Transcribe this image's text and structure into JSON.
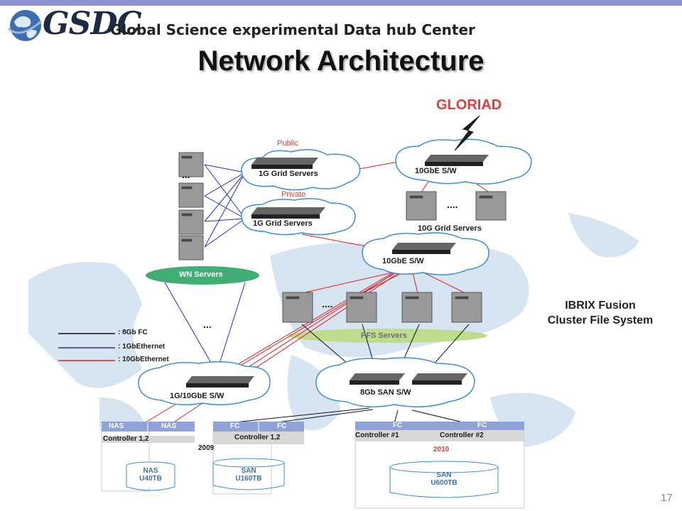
{
  "header": {
    "logo_text": "GSDC",
    "tagline": "Global Science experimental Data hub Center",
    "title": "Network Architecture"
  },
  "network": {
    "gloriad": "GLORIAD",
    "public_label": "Public",
    "private_label": "Private",
    "grid_public": "1G Grid Servers",
    "grid_private": "1G Grid Servers",
    "switch_10g_top": "10GbE S/W",
    "grid_10g": "10G Grid Servers",
    "switch_10g_mid": "10GbE S/W",
    "wn_servers": "WN Servers",
    "pfs_servers": "PFS Servers",
    "switch_1g10g": "1G/10GbE S/W",
    "switch_san": "8Gb SAN S/W",
    "ellipsis_3": "...",
    "ellipsis_4": "....",
    "ibrix_line1": "IBRIX Fusion",
    "ibrix_line2": "Cluster File System"
  },
  "legend": [
    {
      "label": ": 8Gb FC",
      "color": "#111111"
    },
    {
      "label": ": 1GbEthernet",
      "color": "#1f2fc4"
    },
    {
      "label": ": 10GbEthernet",
      "color": "#e01f1f"
    }
  ],
  "storage": {
    "nas": {
      "port1": "NAS",
      "port2": "NAS",
      "controller": "Controller 1,2",
      "disk_line1": "NAS",
      "disk_line2": "U40TB"
    },
    "san160": {
      "port1": "FC",
      "port2": "FC",
      "controller": "Controller 1,2",
      "year": "2009",
      "disk_line1": "SAN",
      "disk_line2": "U160TB"
    },
    "san600": {
      "port1": "FC",
      "port2": "FC",
      "controller1": "Controller #1",
      "controller2": "Controller #2",
      "year": "2010",
      "disk_line1": "SAN",
      "disk_line2": "U600TB"
    }
  },
  "page_number": "17",
  "colors": {
    "fc": "#111111",
    "gbe1": "#1f2fc4",
    "gbe10": "#e01f1f",
    "accent": "#e23b3b",
    "map": "#cfe0ee",
    "topbar": "#8f93d3"
  }
}
